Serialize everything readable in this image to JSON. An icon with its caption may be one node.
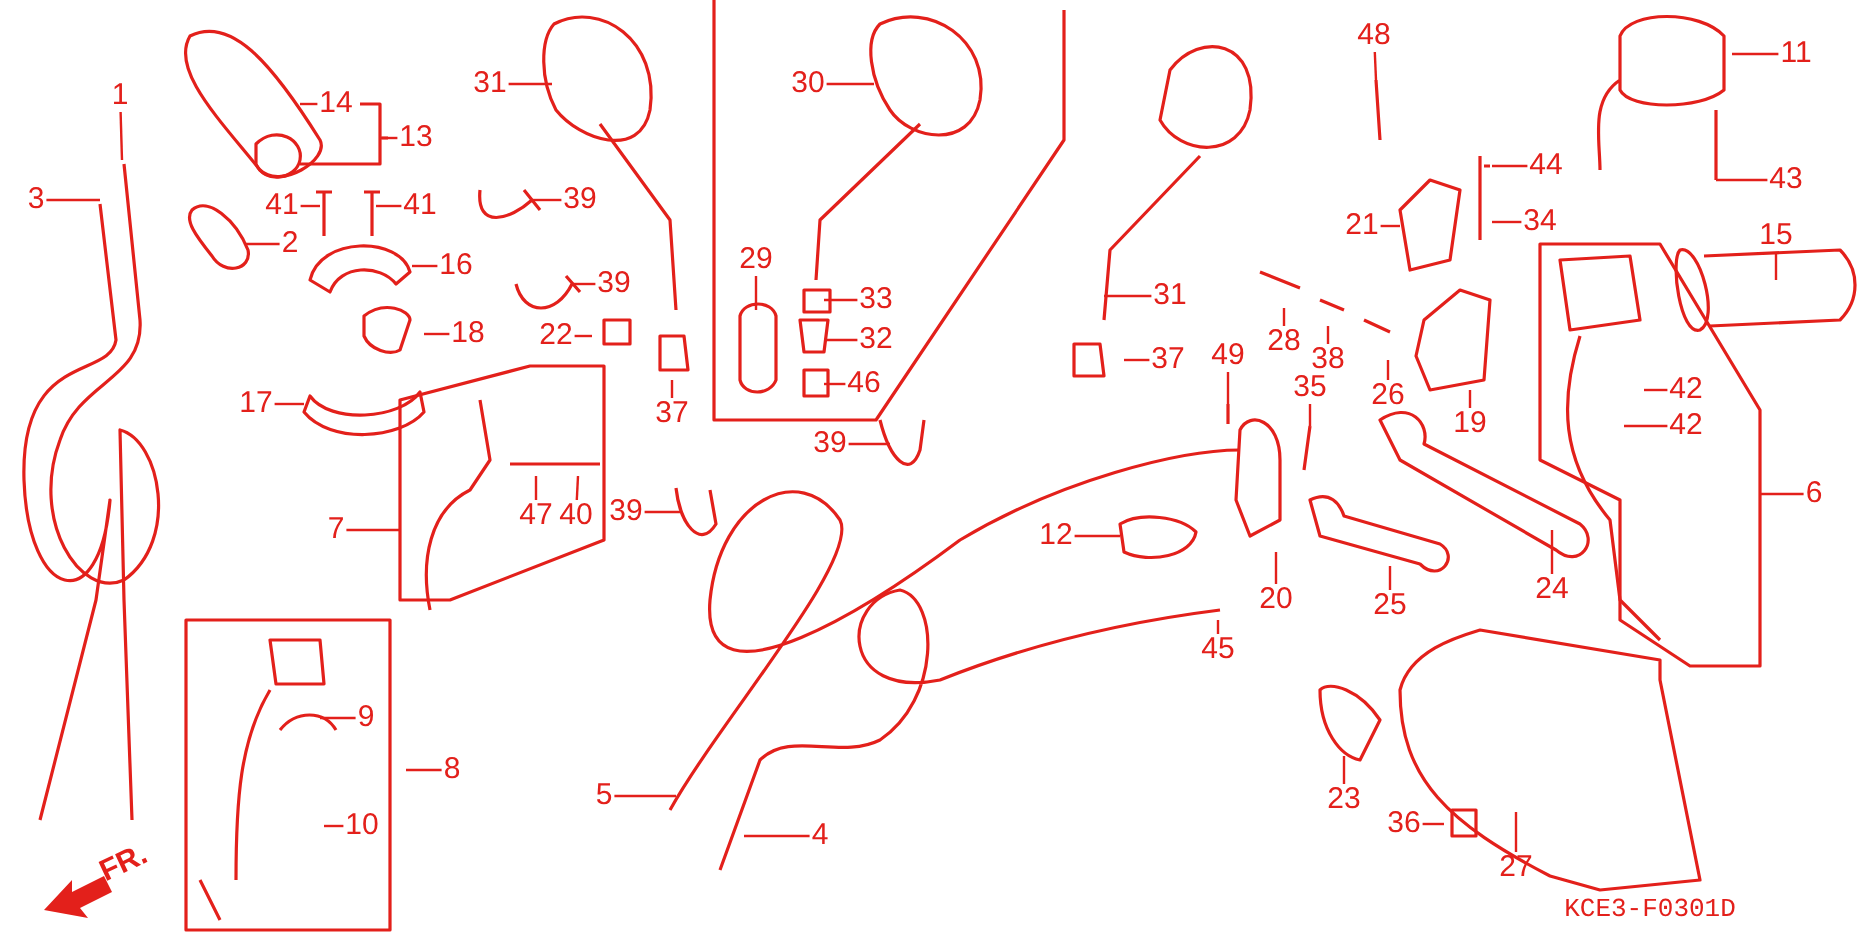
{
  "diagram": {
    "nodes": [
      {
        "text": [
          "48"
        ]
      },
      {
        "text": [
          "11"
        ]
      },
      {
        "text": [
          "31"
        ]
      },
      {
        "text": [
          "30"
        ]
      },
      {
        "text": [
          "1"
        ]
      },
      {
        "text": [
          "14"
        ]
      },
      {
        "text": [
          "13"
        ]
      },
      {
        "text": [
          "44"
        ]
      },
      {
        "text": [
          "43"
        ]
      },
      {
        "text": [
          "3"
        ]
      },
      {
        "text": [
          "39"
        ]
      },
      {
        "text": [
          "41"
        ]
      },
      {
        "text": [
          "41"
        ]
      },
      {
        "text": [
          "34"
        ]
      },
      {
        "text": [
          "21"
        ]
      },
      {
        "text": [
          "15"
        ]
      },
      {
        "text": [
          "2"
        ]
      },
      {
        "text": [
          "29"
        ]
      },
      {
        "text": [
          "16"
        ]
      },
      {
        "text": [
          "39"
        ]
      },
      {
        "text": [
          "31"
        ]
      },
      {
        "text": [
          "33"
        ]
      },
      {
        "text": [
          "18"
        ]
      },
      {
        "text": [
          "22"
        ]
      },
      {
        "text": [
          "32"
        ]
      },
      {
        "text": [
          "28"
        ]
      },
      {
        "text": [
          "49"
        ]
      },
      {
        "text": [
          "37"
        ]
      },
      {
        "text": [
          "38"
        ]
      },
      {
        "text": [
          "46"
        ]
      },
      {
        "text": [
          "35"
        ]
      },
      {
        "text": [
          "42"
        ]
      },
      {
        "text": [
          "26"
        ]
      },
      {
        "text": [
          "17"
        ]
      },
      {
        "text": [
          "37"
        ]
      },
      {
        "text": [
          "19"
        ]
      },
      {
        "text": [
          "42"
        ]
      },
      {
        "text": [
          "39"
        ]
      },
      {
        "text": [
          "6"
        ]
      },
      {
        "text": [
          "39"
        ]
      },
      {
        "text": [
          "47"
        ]
      },
      {
        "text": [
          "40"
        ]
      },
      {
        "text": [
          "7"
        ]
      },
      {
        "text": [
          "12"
        ]
      },
      {
        "text": [
          "24"
        ]
      },
      {
        "text": [
          "20"
        ]
      },
      {
        "text": [
          "25"
        ]
      },
      {
        "text": [
          "45"
        ]
      },
      {
        "text": [
          "9"
        ]
      },
      {
        "text": [
          "8"
        ]
      },
      {
        "text": [
          "5"
        ]
      },
      {
        "text": [
          "23"
        ]
      },
      {
        "text": [
          "10"
        ]
      },
      {
        "text": [
          "36"
        ]
      },
      {
        "text": [
          "4"
        ]
      },
      {
        "text": [
          "27"
        ]
      }
    ],
    "edges": [
      {
        "from": 0,
        "to": null,
        "arrow": "none"
      },
      {
        "from": 1,
        "to": null,
        "arrow": "none"
      },
      {
        "from": 2,
        "to": null,
        "arrow": "none"
      },
      {
        "from": 3,
        "to": null,
        "arrow": "none"
      },
      {
        "from": 4,
        "to": null,
        "arrow": "none"
      },
      {
        "from": 5,
        "to": null,
        "arrow": "none"
      },
      {
        "from": 6,
        "to": null,
        "arrow": "none"
      },
      {
        "from": 7,
        "to": null,
        "arrow": "none"
      },
      {
        "from": 8,
        "to": null,
        "arrow": "none"
      },
      {
        "from": 9,
        "to": null,
        "arrow": "none"
      },
      {
        "from": 10,
        "to": null,
        "arrow": "none"
      },
      {
        "from": 11,
        "to": null,
        "arrow": "none"
      },
      {
        "from": 12,
        "to": null,
        "arrow": "none"
      },
      {
        "from": 13,
        "to": null,
        "arrow": "none"
      },
      {
        "from": 14,
        "to": null,
        "arrow": "none"
      },
      {
        "from": 15,
        "to": null,
        "arrow": "none"
      },
      {
        "from": 16,
        "to": null,
        "arrow": "none"
      },
      {
        "from": 17,
        "to": null,
        "arrow": "none"
      },
      {
        "from": 18,
        "to": null,
        "arrow": "none"
      },
      {
        "from": 19,
        "to": null,
        "arrow": "none"
      },
      {
        "from": 20,
        "to": null,
        "arrow": "none"
      },
      {
        "from": 21,
        "to": null,
        "arrow": "none"
      },
      {
        "from": 22,
        "to": null,
        "arrow": "none"
      },
      {
        "from": 23,
        "to": null,
        "arrow": "none"
      },
      {
        "from": 24,
        "to": null,
        "arrow": "none"
      },
      {
        "from": 25,
        "to": null,
        "arrow": "none"
      },
      {
        "from": 26,
        "to": null,
        "arrow": "none"
      },
      {
        "from": 27,
        "to": null,
        "arrow": "none"
      },
      {
        "from": 28,
        "to": null,
        "arrow": "none"
      },
      {
        "from": 29,
        "to": null,
        "arrow": "none"
      },
      {
        "from": 30,
        "to": null,
        "arrow": "none"
      },
      {
        "from": 31,
        "to": null,
        "arrow": "none"
      },
      {
        "from": 32,
        "to": null,
        "arrow": "none"
      },
      {
        "from": 33,
        "to": null,
        "arrow": "none"
      },
      {
        "from": 34,
        "to": null,
        "arrow": "none"
      },
      {
        "from": 35,
        "to": null,
        "arrow": "none"
      },
      {
        "from": 36,
        "to": null,
        "arrow": "none"
      },
      {
        "from": 37,
        "to": null,
        "arrow": "none"
      },
      {
        "from": 38,
        "to": null,
        "arrow": "none"
      },
      {
        "from": 39,
        "to": null,
        "arrow": "none"
      },
      {
        "from": 40,
        "to": null,
        "arrow": "none"
      },
      {
        "from": 41,
        "to": null,
        "arrow": "none"
      },
      {
        "from": 42,
        "to": null,
        "arrow": "none"
      },
      {
        "from": 43,
        "to": null,
        "arrow": "none"
      },
      {
        "from": 44,
        "to": null,
        "arrow": "none"
      },
      {
        "from": 45,
        "to": null,
        "arrow": "none"
      },
      {
        "from": 46,
        "to": null,
        "arrow": "none"
      },
      {
        "from": 47,
        "to": null,
        "arrow": "none"
      },
      {
        "from": 48,
        "to": null,
        "arrow": "none"
      },
      {
        "from": 49,
        "to": null,
        "arrow": "none"
      },
      {
        "from": 50,
        "to": null,
        "arrow": "none"
      },
      {
        "from": 51,
        "to": null,
        "arrow": "none"
      },
      {
        "from": 52,
        "to": null,
        "arrow": "none"
      },
      {
        "from": 53,
        "to": null,
        "arrow": "none"
      },
      {
        "from": 54,
        "to": null,
        "arrow": "none"
      },
      {
        "from": 55,
        "to": null,
        "arrow": "none"
      }
    ],
    "labels": [
      "FR.",
      "KCE3-F0301D"
    ]
  }
}
